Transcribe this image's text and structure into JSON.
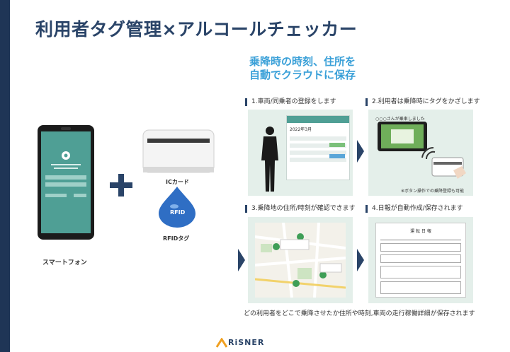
{
  "title": "利用者タグ管理×アルコールチェッカー",
  "headline": [
    "乗降時の時刻、住所を",
    "自動でクラウドに保存"
  ],
  "devices": {
    "phone_label": "スマートフォン",
    "card_label": "ICカード",
    "tag_label": "RFIDタグ",
    "tag_text": "RFID"
  },
  "steps": [
    {
      "label": "1.車両/同乗者の登録をします"
    },
    {
      "label": "2.利用者は乗降時にタグをかざします"
    },
    {
      "label": "3.乗降地の住所/時刻が確認できます"
    },
    {
      "label": "4.日報が自動作成/保存されます"
    }
  ],
  "step1_screen": {
    "date": "2022年3月"
  },
  "step2_screen": {
    "bubble": "○○○さんが乗車しました",
    "note": "※ボタン操作での乗降登録も可能"
  },
  "step4_doc": {
    "title": "運 転 日 報"
  },
  "footer_caption": "どの利用者をどこで乗降させたか住所や時刻,車両の走行稼働詳細が保存されます",
  "logo": "RiSNER",
  "colors": {
    "navy": "#2a4468",
    "accent_blue": "#3aa0d8",
    "panel": "#e4efea",
    "teal": "#4f9f95"
  }
}
